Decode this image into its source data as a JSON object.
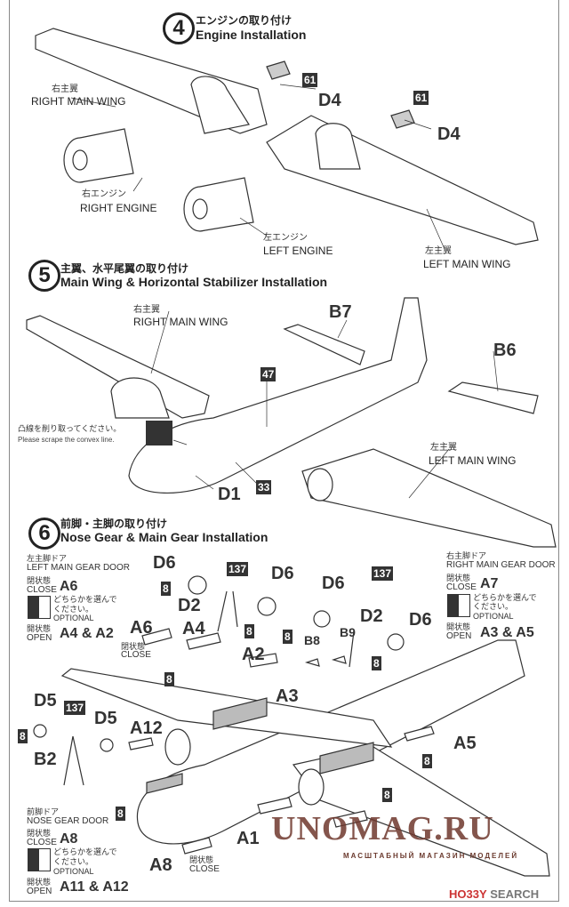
{
  "step4": {
    "number": "4",
    "title_jp": "エンジンの取り付け",
    "title_en": "Engine Installation",
    "right_wing_jp": "右主翼",
    "right_wing_en": "RIGHT MAIN WING",
    "right_engine_jp": "右エンジン",
    "right_engine_en": "RIGHT ENGINE",
    "left_engine_jp": "左エンジン",
    "left_engine_en": "LEFT ENGINE",
    "left_wing_jp": "左主翼",
    "left_wing_en": "LEFT MAIN WING",
    "parts": [
      "61",
      "D4",
      "61",
      "D4"
    ]
  },
  "step5": {
    "number": "5",
    "title_jp": "主翼、水平尾翼の取り付け",
    "title_en": "Main Wing & Horizontal Stabilizer Installation",
    "right_wing_jp": "右主翼",
    "right_wing_en": "RIGHT MAIN WING",
    "left_wing_jp": "左主翼",
    "left_wing_en": "LEFT MAIN WING",
    "scrape_jp": "凸線を削り取ってください。",
    "scrape_en": "Please scrape the convex line.",
    "parts": [
      "B7",
      "B6",
      "47",
      "D1",
      "33"
    ]
  },
  "step6": {
    "number": "6",
    "title_jp": "前脚・主脚の取り付け",
    "title_en": "Nose Gear & Main Gear Installation",
    "left_door": {
      "jp": "左主脚ドア",
      "en": "LEFT MAIN GEAR DOOR",
      "close_jp": "閉状態",
      "close_en": "CLOSE",
      "close_part": "A6",
      "optional_jp1": "どちらかを選んで",
      "optional_jp2": "ください。",
      "optional_en": "OPTIONAL",
      "open_jp": "開状態",
      "open_en": "OPEN",
      "open_part": "A4 & A2"
    },
    "right_door": {
      "jp": "右主脚ドア",
      "en": "RIGHT MAIN GEAR DOOR",
      "close_jp": "閉状態",
      "close_en": "CLOSE",
      "close_part": "A7",
      "optional_jp1": "どちらかを選んで",
      "optional_jp2": "ください。",
      "optional_en": "OPTIONAL",
      "open_jp": "開状態",
      "open_en": "OPEN",
      "open_part": "A3 & A5"
    },
    "nose_door": {
      "jp": "前脚ドア",
      "en": "NOSE GEAR DOOR",
      "close_jp": "閉状態",
      "close_en": "CLOSE",
      "close_part": "A8",
      "optional_jp1": "どちらかを選んで",
      "optional_jp2": "ください。",
      "optional_en": "OPTIONAL",
      "open_jp": "開状態",
      "open_en": "OPEN",
      "open_part": "A11 & A12"
    },
    "close_jp": "閉状態",
    "close_en": "CLOSE",
    "parts": [
      "D6",
      "137",
      "D6",
      "8",
      "D2",
      "8",
      "A6",
      "A4",
      "A2",
      "8",
      "D6",
      "137",
      "D2",
      "D6",
      "8",
      "8",
      "B8",
      "B9",
      "A3",
      "D5",
      "137",
      "D5",
      "8",
      "A12",
      "B2",
      "A5",
      "8",
      "8",
      "A1",
      "8",
      "A8"
    ]
  },
  "watermark": {
    "main": "UNOMAG.RU",
    "sub": "МАСШТАБНЫЙ МАГАЗИН МОДЕЛЕЙ"
  },
  "credit": {
    "a": "HO33Y",
    "b": " SEARCH"
  }
}
